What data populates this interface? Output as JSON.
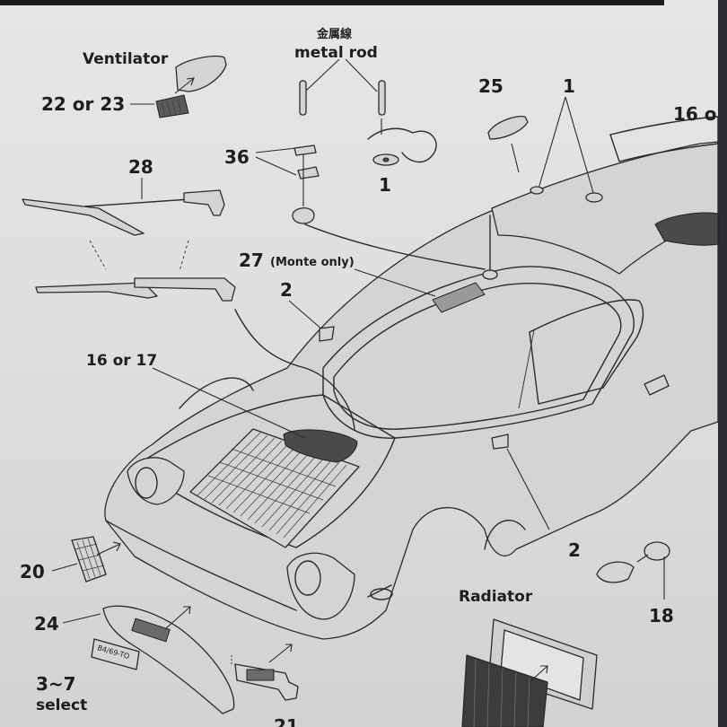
{
  "labels": {
    "ventilator": "Ventilator",
    "vent_parts": "22 or 23",
    "metal_rod_jp": "金属線",
    "metal_rod_en": "metal rod",
    "part_36": "36",
    "part_1_mirror": "1",
    "part_25": "25",
    "part_1_top": "1",
    "part_16_partial": "16 o",
    "part_28": "28",
    "part_27": "27",
    "monte_only": "(Monte only)",
    "part_2_upper": "2",
    "part_16_17": "16 or 17",
    "part_2_lower": "2",
    "part_20": "20",
    "part_24": "24",
    "part_3_7": "3~7",
    "select": "select",
    "radiator": "Radiator",
    "part_18": "18",
    "part_21_partial": "21",
    "plate_text": "B4/69-TO"
  }
}
